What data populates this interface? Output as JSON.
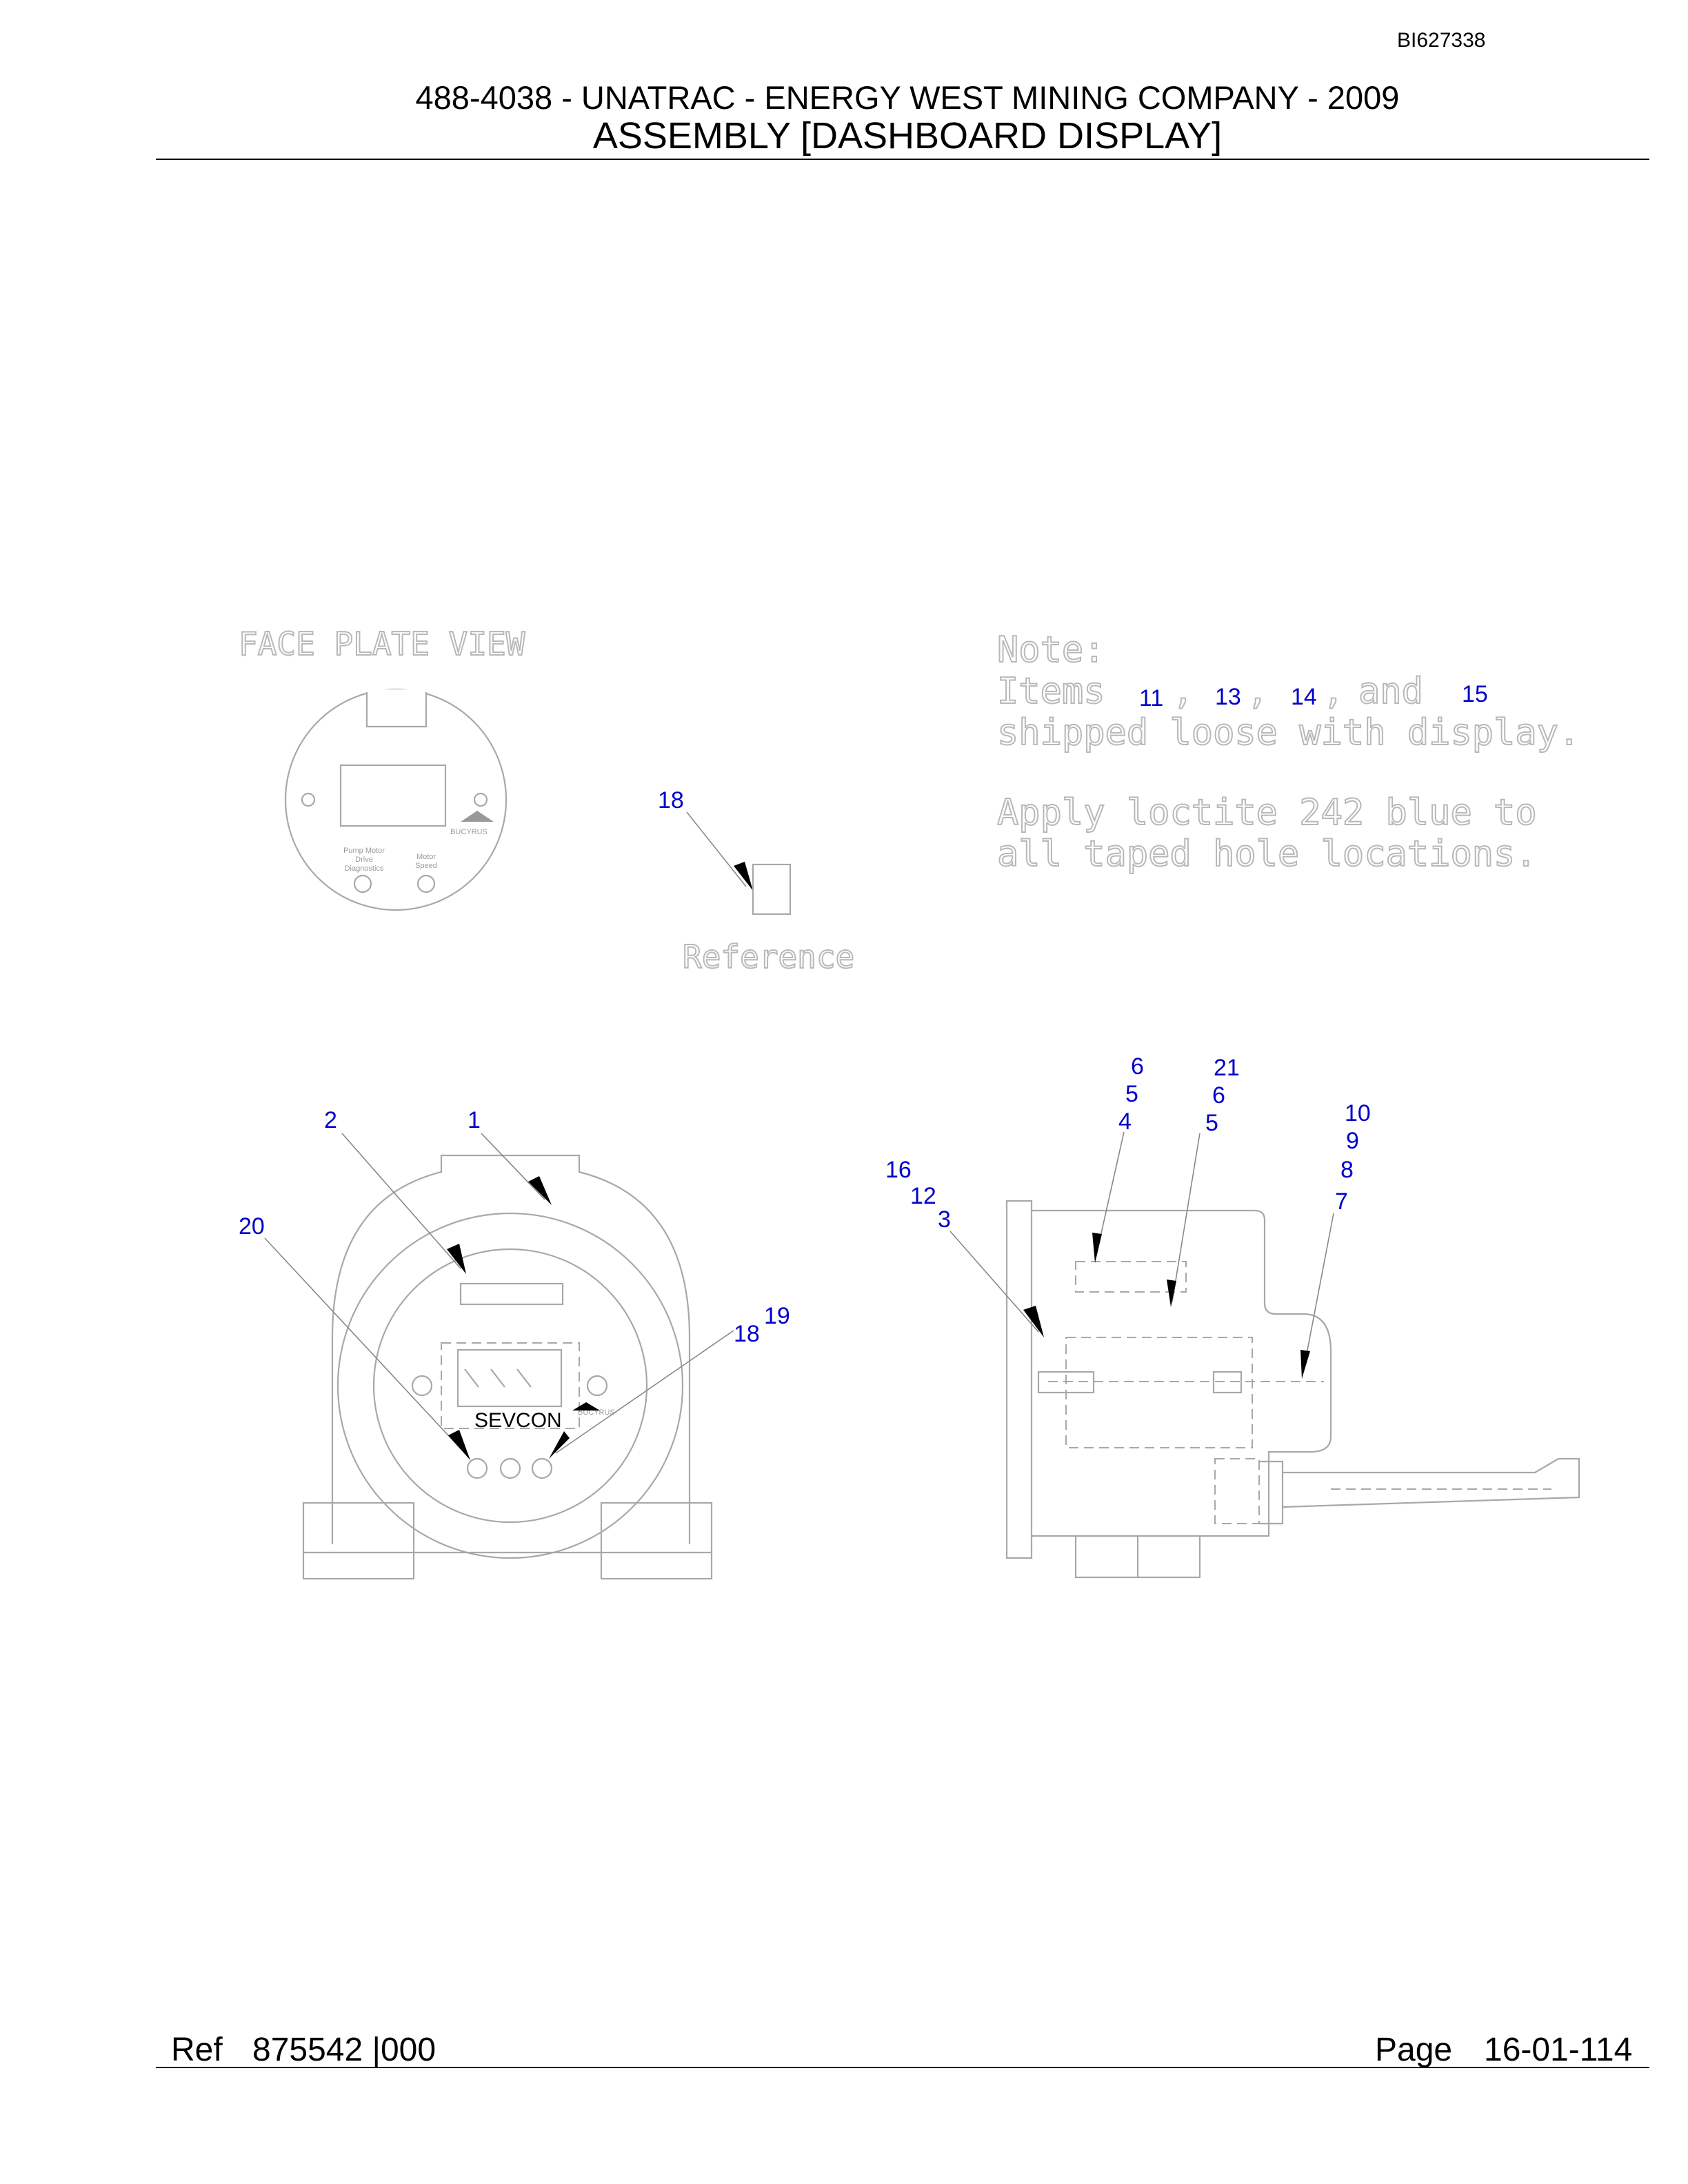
{
  "header": {
    "doc_id": "BI627338",
    "title_line1": "488-4038 - UNATRAC - ENERGY WEST MINING COMPANY - 2009",
    "title_line2": "ASSEMBLY [DASHBOARD DISPLAY]"
  },
  "face_plate": {
    "label": "FACE PLATE VIEW",
    "brand": "BUCYRUS",
    "btn1_label": "Pump Motor Drive Diagnostics",
    "btn2_label": "Motor Speed"
  },
  "note": {
    "heading": "Note:",
    "line1_prefix": "Items",
    "line1_suffix": "shipped loose with display.",
    "line2": "Apply loctite 242 blue to",
    "line3": "all taped hole locations.",
    "items": [
      "11",
      "13",
      "14",
      "15"
    ],
    "and_word": "and"
  },
  "reference": {
    "label": "Reference",
    "callout": "18"
  },
  "front_view": {
    "brand_left": "SEVCON",
    "brand_right": "BUCYRUS",
    "callouts": [
      "2",
      "1",
      "20",
      "19",
      "18"
    ]
  },
  "side_view": {
    "callouts": [
      "6",
      "5",
      "4",
      "21",
      "6",
      "5",
      "10",
      "9",
      "8",
      "7",
      "16",
      "12",
      "3"
    ]
  },
  "footer": {
    "ref_label": "Ref",
    "ref_value": "875542 |000",
    "page_label": "Page",
    "page_value": "16-01-114"
  }
}
